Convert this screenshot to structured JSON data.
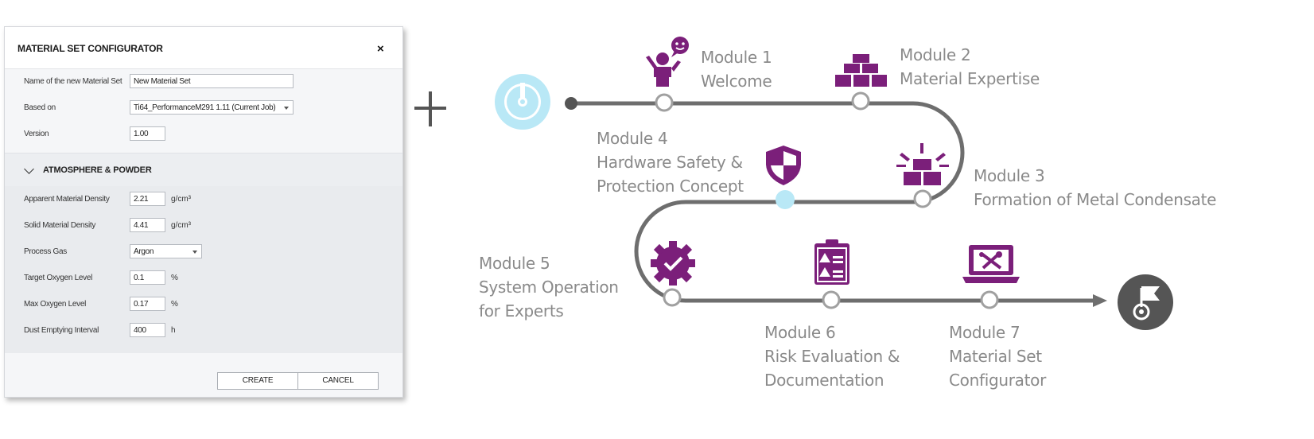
{
  "dialog": {
    "title": "MATERIAL SET CONFIGURATOR",
    "close_symbol": "×",
    "fields": {
      "name": {
        "label": "Name of the new Material Set",
        "value": "New Material Set"
      },
      "based_on": {
        "label": "Based on",
        "value": "Ti64_PerformanceM291 1.11 (Current Job)"
      },
      "version": {
        "label": "Version",
        "value": "1.00"
      }
    },
    "section_title": "ATMOSPHERE & POWDER",
    "atmosphere": {
      "apparent_density": {
        "label": "Apparent Material Density",
        "value": "2.21",
        "unit": "g/cm³"
      },
      "solid_density": {
        "label": "Solid Material Density",
        "value": "4.41",
        "unit": "g/cm³"
      },
      "process_gas": {
        "label": "Process Gas",
        "value": "Argon"
      },
      "target_oxygen": {
        "label": "Target Oxygen Level",
        "value": "0.1",
        "unit": "%"
      },
      "max_oxygen": {
        "label": "Max Oxygen Level",
        "value": "0.17",
        "unit": "%"
      },
      "dust_interval": {
        "label": "Dust Emptying Interval",
        "value": "400",
        "unit": "h"
      }
    },
    "buttons": {
      "create": "CREATE",
      "cancel": "CANCEL"
    }
  },
  "colors": {
    "purple": "#7b1f7a",
    "track": "#6e6e6e",
    "light_blue": "#b9e8f6",
    "dark_gray": "#555555",
    "label_gray": "#8a8a8a"
  },
  "modules": [
    {
      "title": "Module 1",
      "lines": [
        "Welcome"
      ],
      "icon": "welcome-person-icon"
    },
    {
      "title": "Module 2",
      "lines": [
        "Material Expertise"
      ],
      "icon": "material-bars-icon"
    },
    {
      "title": "Module 3",
      "lines": [
        "Formation of Metal Condensate"
      ],
      "icon": "glowing-bars-icon"
    },
    {
      "title": "Module 4",
      "lines": [
        "Hardware Safety &",
        "Protection Concept"
      ],
      "icon": "shield-icon"
    },
    {
      "title": "Module 5",
      "lines": [
        "System Operation",
        "for Experts"
      ],
      "icon": "gear-check-icon"
    },
    {
      "title": "Module 6",
      "lines": [
        "Risk Evaluation &",
        "Documentation"
      ],
      "icon": "clipboard-warning-icon"
    },
    {
      "title": "Module 7",
      "lines": [
        "Material Set",
        "Configurator"
      ],
      "icon": "laptop-tools-icon"
    }
  ],
  "icons": {
    "start": "start-target-icon",
    "finish": "finish-flag-icon"
  }
}
